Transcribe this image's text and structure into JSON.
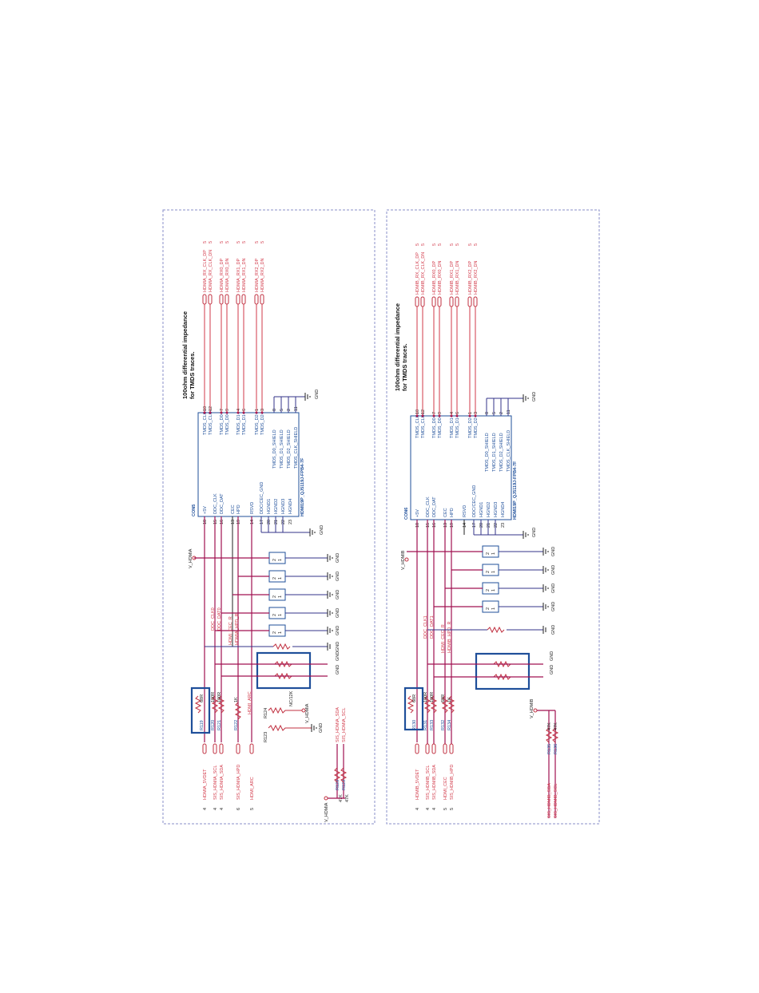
{
  "left": {
    "note_line1": "100ohm differential impedance",
    "note_line2": "for TMDS traces.",
    "connector_ref": "CON5",
    "connector_part": "HDMI19P_QJ5119J-FPB4-7F",
    "right_pins": [
      "TMDS_CLK+",
      "TMDS_CLK-",
      "TMDS_D0+",
      "TMDS_D0-",
      "TMDS_D1+",
      "TMDS_D1-",
      "TMDS_D2+",
      "TMDS_D2-"
    ],
    "right_pin_nums": [
      "10",
      "12",
      "7",
      "9",
      "4",
      "6",
      "1",
      "3"
    ],
    "shield_pins": [
      "TMDS_D0_SHIELD",
      "TMDS_D1_SHIELD",
      "TMDS_D2_SHIELD",
      "TMDS_CLK_SHIELD"
    ],
    "shield_nums": [
      "8",
      "5",
      "2",
      "11"
    ],
    "left_pins": [
      "+5V",
      "DDC_CLK",
      "DDC_DAT",
      "CEC",
      "HPD",
      "RSVD",
      "DDC/CEC_GND",
      "HGND1",
      "HGND2",
      "HGND3",
      "HGND4"
    ],
    "left_pin_nums": [
      "18",
      "15",
      "16",
      "13",
      "19",
      "14",
      "17",
      "20",
      "21",
      "22",
      "23"
    ],
    "tmds_nets": [
      "HDMIA_RX_CLK_DP",
      "HDMIA_RX_CLK_DN",
      "HDMIA_RX0_DP",
      "HDMIA_RX0_DN",
      "HDMIA_RX1_DP",
      "HDMIA_RX1_DN",
      "HDMIA_RX2_DP",
      "HDMIA_RX2_DN"
    ],
    "tmds_sheet": [
      "5",
      "5",
      "5",
      "5",
      "5",
      "5",
      "5",
      "5"
    ],
    "power_net": "V_HDMIA",
    "gnd": "GND",
    "ddc_nets": [
      "DDC_CLK0",
      "DDC_DAT0"
    ],
    "cec_net": "HDMI_CEC_R",
    "hpd_net": "HDMIA_HPD_R",
    "ports": [
      "HDMIA_5VDET",
      "SIS_HDMIA_SCL",
      "SIS_HDMIA_SDA",
      "SIS_HDMIA_HPD",
      "HDMI_ARC"
    ],
    "port_sheets": [
      "4",
      "4",
      "4",
      "6",
      "5"
    ],
    "res_refs": [
      "R119",
      "R120",
      "R121",
      "R122",
      "R124",
      "R123",
      "R128",
      "R129"
    ],
    "res_vals": [
      "68R",
      "100R",
      "100R",
      "1K",
      "NC/12K",
      "",
      "47K",
      "47K"
    ],
    "aux_nets": [
      "SIS_HDMIA_SDA",
      "SIS_HDMIA_SCL"
    ],
    "arc_net": "HDMI_ARC",
    "power_net2": "V_HDMIA"
  },
  "right": {
    "note_line1": "100ohm differential impedance",
    "note_line2": "for TMDS traces.",
    "connector_ref": "CON6",
    "connector_part": "HDMI19P_QJ5119J-FPB4-7F",
    "right_pins": [
      "TMDS_CLK+",
      "TMDS_CLK-",
      "TMDS_D0+",
      "TMDS_D0-",
      "TMDS_D1+",
      "TMDS_D1-",
      "TMDS_D2+",
      "TMDS_D2-"
    ],
    "right_pin_nums": [
      "10",
      "12",
      "7",
      "9",
      "4",
      "6",
      "1",
      "3"
    ],
    "shield_pins": [
      "TMDS_D0_SHIELD",
      "TMDS_D1_SHIELD",
      "TMDS_D2_SHIELD",
      "TMDS_CLK_SHIELD"
    ],
    "shield_nums": [
      "8",
      "5",
      "2",
      "11"
    ],
    "left_pins": [
      "+5V",
      "DDC_CLK",
      "DDC_DAT",
      "CEC",
      "HPD",
      "RSVD",
      "DDC/CEC_GND",
      "HGND1",
      "HGND2",
      "HGND3",
      "HGND4"
    ],
    "left_pin_nums": [
      "18",
      "15",
      "16",
      "13",
      "19",
      "14",
      "17",
      "20",
      "21",
      "22",
      "23"
    ],
    "tmds_nets": [
      "HDMIB_RX_CLK_DP",
      "HDMIB_RX_CLK_DN",
      "HDMIB_RX0_DP",
      "HDMIB_RX0_DN",
      "HDMIB_RX1_DP",
      "HDMIB_RX1_DN",
      "HDMIB_RX2_DP",
      "HDMIB_RX2_DN"
    ],
    "tmds_sheet": [
      "5",
      "5",
      "5",
      "5",
      "5",
      "5",
      "5",
      "5"
    ],
    "power_net": "V_HDMIB",
    "gnd": "GND",
    "ddc_nets": [
      "DDC_CLK1",
      "DDC_DAT1"
    ],
    "cec_net": "HDMI_CEC_R",
    "hpd_net": "HDMIB_HPD_R",
    "ports": [
      "HDMIB_5VDET",
      "SIS_HDMIB_SCL",
      "SIS_HDMIB_SDA",
      "HDMI_CEC",
      "SIS_HDMIB_HPD"
    ],
    "port_sheets": [
      "4",
      "4",
      "4",
      "5",
      "5"
    ],
    "res_refs": [
      "R130",
      "R131",
      "R133",
      "R132",
      "R134",
      "R135",
      "R136"
    ],
    "res_vals": [
      "68R",
      "100R",
      "100R",
      "68R",
      "1K",
      "47K",
      "47K"
    ],
    "aux_nets": [
      "SIS_HDMIB_SDA",
      "SIS_HDMIB_SCL"
    ],
    "power_net2": "V_HDMIB"
  }
}
